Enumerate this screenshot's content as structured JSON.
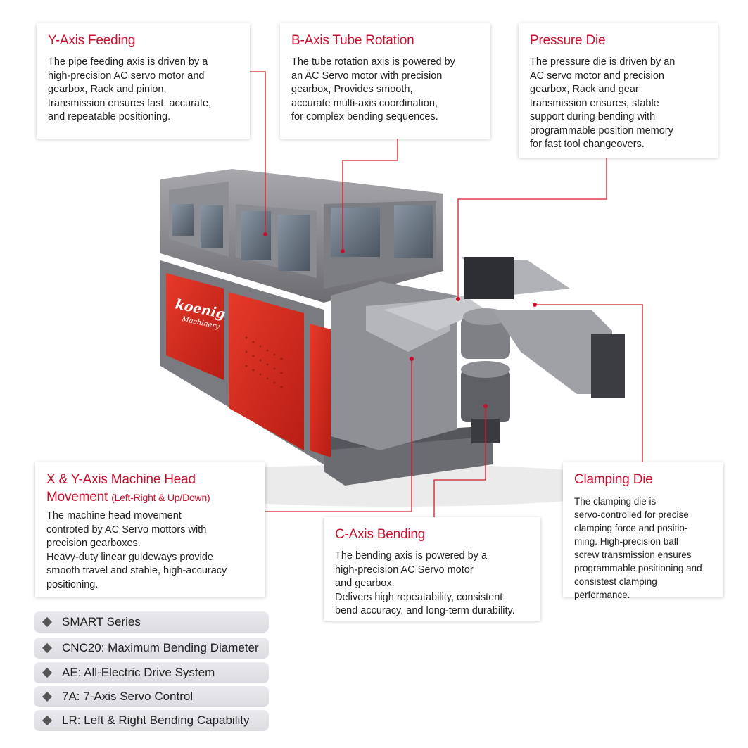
{
  "brand": {
    "logo_line1": "koenig",
    "logo_line2": "Machinery",
    "accent": "#c8102e"
  },
  "callouts": {
    "y_axis": {
      "title": "Y-Axis Feeding",
      "body": "The pipe feeding axis is driven by a\nhigh-precision AC servo motor and\ngearbox, Rack and pinion,\ntransmission ensures fast, accurate,\nand repeatable positioning."
    },
    "b_axis": {
      "title": "B-Axis Tube Rotation",
      "body": "The tube rotation axis is powered by\nan AC Servo motor with precision\ngearbox, Provides smooth,\naccurate multi-axis coordination,\nfor complex bending sequences."
    },
    "pressure_die": {
      "title": "Pressure Die",
      "body": "The pressure die is driven by an\nAC servo motor and precision\ngearbox, Rack and gear\ntransmission ensures, stable\nsupport during bending with\nprogrammable position memory\nfor fast tool changeovers."
    },
    "xy_head": {
      "title": "X & Y-Axis Machine Head",
      "title2": "Movement",
      "subtitle": "(Left-Right & Up/Down)",
      "body": "The machine head movement\ncontroted by AC Servo mottors with\nprecision gearboxes.\nHeavy-duty linear guideways provide\nsmooth travel and stable, high-accuracy\npositioning."
    },
    "c_axis": {
      "title": "C-Axis Bending",
      "body": "The bending axis is powered by a\nhigh-precision AC Servo motor\nand gearbox.\nDelivers high repeatability, consistent\nbend accuracy, and long-term durability."
    },
    "clamping_die": {
      "title": "Clamping Die",
      "body": "The clamping die is\nservo-controlled for precise\nclamping force and positio-\nming. High-precision ball\nscrew transmission ensures\nprogrammable positioning and\nconsistest clamping performance."
    }
  },
  "features": [
    {
      "label": "SMART Series"
    },
    {
      "label": "CNC20: Maximum Bending Diameter"
    },
    {
      "label": "AE: All-Electric Drive System"
    },
    {
      "label": "7A: 7-Axis Servo Control"
    },
    {
      "label": "LR: Left & Right Bending Capability"
    }
  ]
}
